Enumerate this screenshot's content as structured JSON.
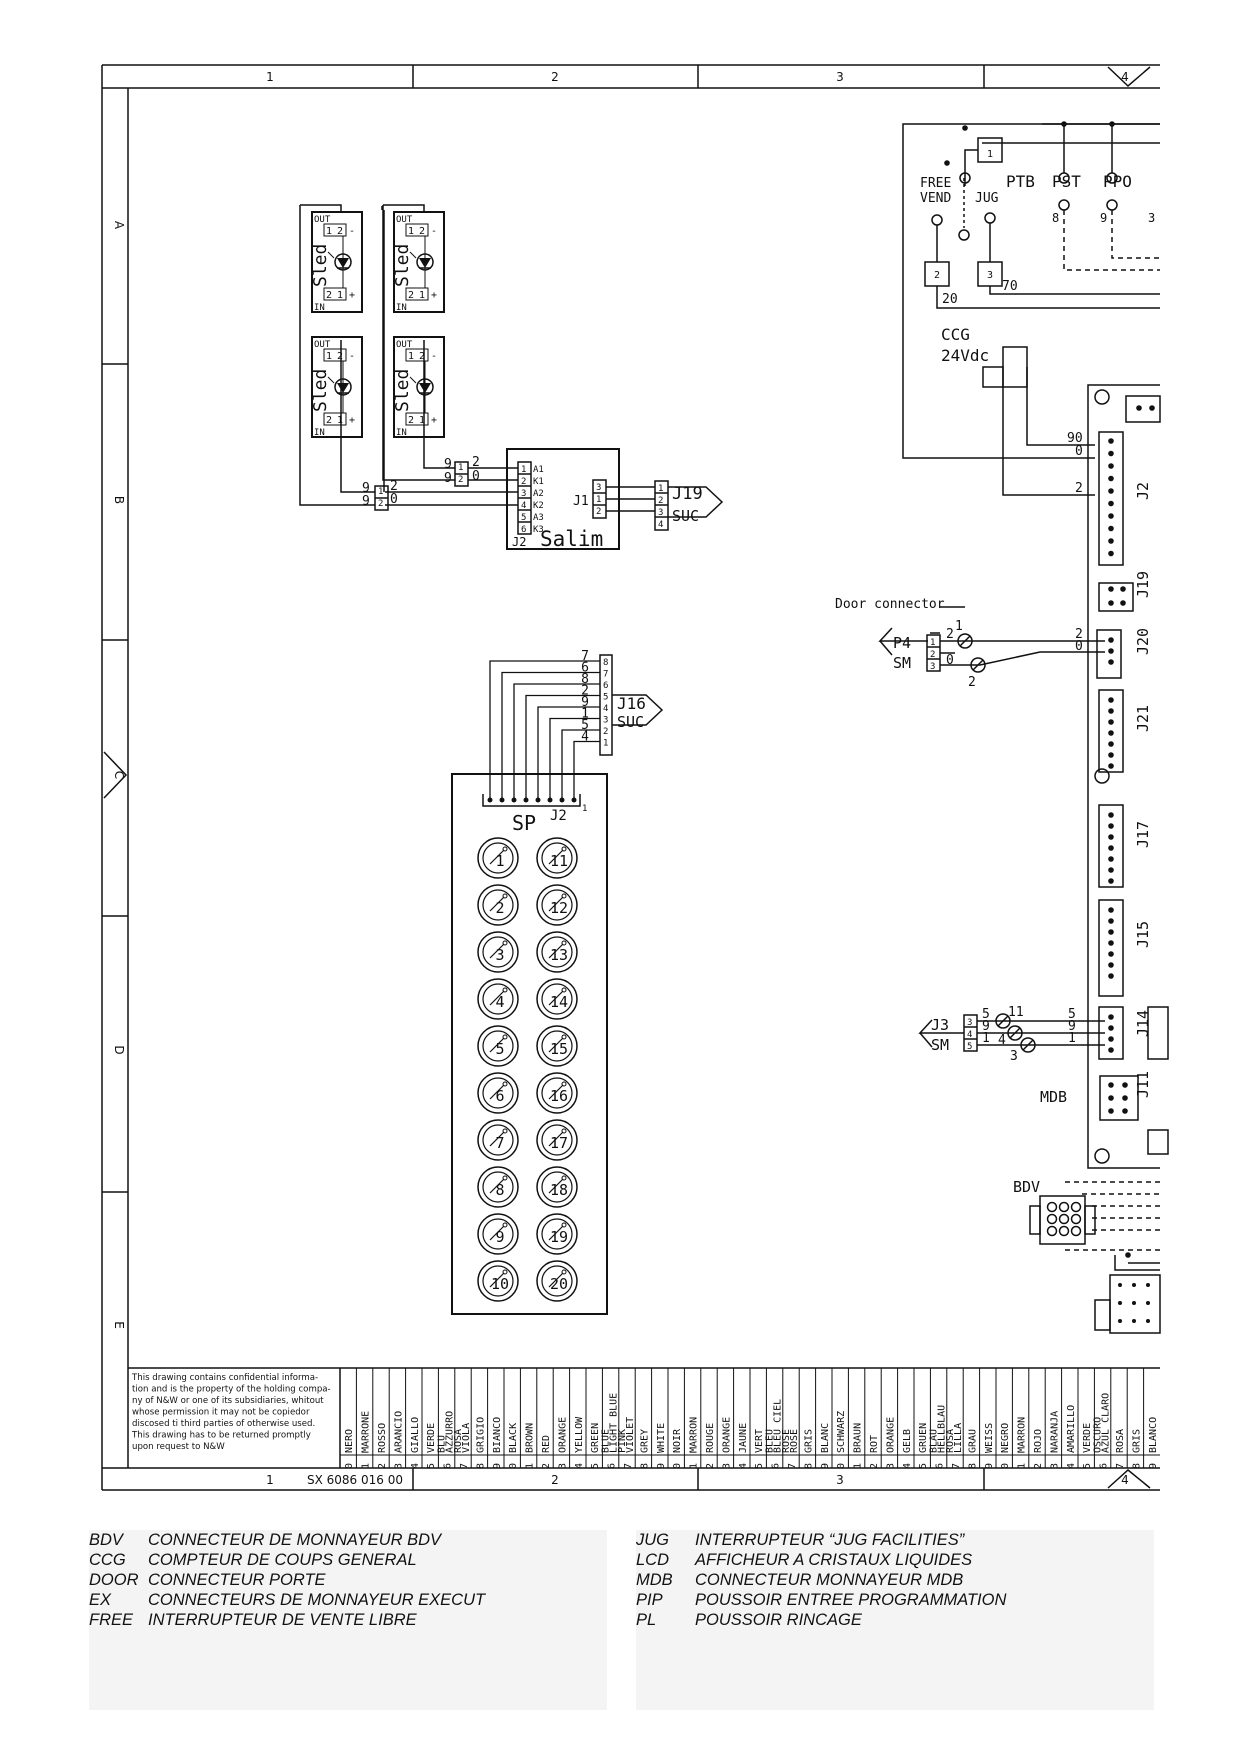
{
  "frame": {
    "top_columns": [
      "1",
      "2",
      "3",
      "4"
    ],
    "bottom_columns": [
      "1",
      "2",
      "3",
      "4"
    ],
    "rows": [
      "A",
      "B",
      "C",
      "D",
      "E"
    ],
    "drawing_number": "SX 6086 016 00"
  },
  "confidential_note": [
    "This drawing contains confidential informa-",
    "tion and is the property of the holding compa-",
    "ny of N&W or one of its subsidiaries, whitout",
    "whose permission it may not be copiedor",
    "discosed ti third parties of otherwise used.",
    "This drawing has to be returned promptly",
    "upon request to N&W"
  ],
  "color_table": [
    {
      "n": "0",
      "names": [
        "NERO"
      ]
    },
    {
      "n": "1",
      "names": [
        "MARRONE"
      ]
    },
    {
      "n": "2",
      "names": [
        "ROSSO"
      ]
    },
    {
      "n": "3",
      "names": [
        "ARANCIO"
      ]
    },
    {
      "n": "4",
      "names": [
        "GIALLO"
      ]
    },
    {
      "n": "5",
      "names": [
        "VERDE"
      ]
    },
    {
      "n": "6",
      "names": [
        "BLU",
        "AZZURRO"
      ]
    },
    {
      "n": "7",
      "names": [
        "ROSA",
        "VIOLA"
      ]
    },
    {
      "n": "8",
      "names": [
        "GRIGIO"
      ]
    },
    {
      "n": "9",
      "names": [
        "BIANCO"
      ]
    },
    {
      "n": "0",
      "names": [
        "BLACK"
      ]
    },
    {
      "n": "1",
      "names": [
        "BROWN"
      ]
    },
    {
      "n": "2",
      "names": [
        "RED"
      ]
    },
    {
      "n": "3",
      "names": [
        "ORANGE"
      ]
    },
    {
      "n": "4",
      "names": [
        "YELLOW"
      ]
    },
    {
      "n": "5",
      "names": [
        "GREEN"
      ]
    },
    {
      "n": "6",
      "names": [
        "BLUE",
        "LIGHT BLUE"
      ]
    },
    {
      "n": "7",
      "names": [
        "PINK",
        "VIOLET"
      ]
    },
    {
      "n": "8",
      "names": [
        "GREY"
      ]
    },
    {
      "n": "9",
      "names": [
        "WHITE"
      ]
    },
    {
      "n": "0",
      "names": [
        "NOIR"
      ]
    },
    {
      "n": "1",
      "names": [
        "MARRON"
      ]
    },
    {
      "n": "2",
      "names": [
        "ROUGE"
      ]
    },
    {
      "n": "3",
      "names": [
        "ORANGE"
      ]
    },
    {
      "n": "4",
      "names": [
        "JAUNE"
      ]
    },
    {
      "n": "5",
      "names": [
        "VERT"
      ]
    },
    {
      "n": "6",
      "names": [
        "BLEU",
        "BLEU CIEL"
      ]
    },
    {
      "n": "7",
      "names": [
        "ROSE",
        "ROSE"
      ]
    },
    {
      "n": "8",
      "names": [
        "GRIS"
      ]
    },
    {
      "n": "9",
      "names": [
        "BLANC"
      ]
    },
    {
      "n": "0",
      "names": [
        "SCHWARZ"
      ]
    },
    {
      "n": "1",
      "names": [
        "BRAUN"
      ]
    },
    {
      "n": "2",
      "names": [
        "ROT"
      ]
    },
    {
      "n": "3",
      "names": [
        "ORANGE"
      ]
    },
    {
      "n": "4",
      "names": [
        "GELB"
      ]
    },
    {
      "n": "5",
      "names": [
        "GRUEN"
      ]
    },
    {
      "n": "6",
      "names": [
        "BLAU",
        "HELLBLAU"
      ]
    },
    {
      "n": "7",
      "names": [
        "ROSA",
        "LILLA"
      ]
    },
    {
      "n": "8",
      "names": [
        "GRAU"
      ]
    },
    {
      "n": "9",
      "names": [
        "WEISS"
      ]
    },
    {
      "n": "0",
      "names": [
        "NEGRO"
      ]
    },
    {
      "n": "1",
      "names": [
        "MARRON"
      ]
    },
    {
      "n": "2",
      "names": [
        "ROJO"
      ]
    },
    {
      "n": "3",
      "names": [
        "NARANJA"
      ]
    },
    {
      "n": "4",
      "names": [
        "AMARILLO"
      ]
    },
    {
      "n": "5",
      "names": [
        "VERDE"
      ]
    },
    {
      "n": "6",
      "names": [
        "OSCURO",
        "AZUL CLARO"
      ]
    },
    {
      "n": "7",
      "names": [
        "ROSA"
      ]
    },
    {
      "n": "8",
      "names": [
        "GRIS"
      ]
    },
    {
      "n": "9",
      "names": [
        "BLANCO"
      ]
    }
  ],
  "labels": {
    "sled": "Sled",
    "out": "OUT",
    "in": "IN",
    "salim": "Salim",
    "salim_pins": [
      "A1",
      "K1",
      "A2",
      "K2",
      "A3",
      "K3"
    ],
    "j1": "J1",
    "j2": "J2",
    "j19": "J19",
    "j16": "J16",
    "suc": "SUC",
    "sp": "SP",
    "free_vend": "FREE",
    "free_vend2": "VEND",
    "jug": "JUG",
    "ptb": "PTB",
    "pst": "PST",
    "ppo": "PPO",
    "ccg": "CCG",
    "ccg_volt": "24Vdc",
    "door_connector": "Door connector",
    "p4": "P4",
    "sm": "SM",
    "j3": "J3",
    "mdb": "MDB",
    "bdv": "BDV",
    "board_connectors": [
      "J2",
      "J19",
      "J20",
      "J21",
      "J17",
      "J15",
      "J14",
      "J11"
    ]
  },
  "keypad": {
    "left": [
      "1",
      "2",
      "3",
      "4",
      "5",
      "6",
      "7",
      "8",
      "9",
      "10"
    ],
    "right": [
      "11",
      "12",
      "13",
      "14",
      "15",
      "16",
      "17",
      "18",
      "19",
      "20"
    ]
  },
  "wire_numbers": {
    "j16_wires": [
      "7",
      "6",
      "8",
      "2",
      "9",
      "1",
      "5",
      "4"
    ],
    "j16_pins": [
      "8",
      "7",
      "6",
      "5",
      "4",
      "3",
      "2",
      "1"
    ]
  },
  "legend_left": [
    {
      "code": "BDV",
      "desc": "CONNECTEUR DE MONNAYEUR BDV"
    },
    {
      "code": "CCG",
      "desc": "COMPTEUR DE COUPS GENERAL"
    },
    {
      "code": "DOOR",
      "desc": "CONNECTEUR PORTE"
    },
    {
      "code": "EX",
      "desc": "CONNECTEURS DE MONNAYEUR EXECUT"
    },
    {
      "code": "FREE",
      "desc": "INTERRUPTEUR DE VENTE LIBRE"
    }
  ],
  "legend_right": [
    {
      "code": "JUG",
      "desc": "INTERRUPTEUR “JUG FACILITIES”"
    },
    {
      "code": "LCD",
      "desc": "AFFICHEUR A CRISTAUX LIQUIDES"
    },
    {
      "code": "MDB",
      "desc": "CONNECTEUR MONNAYEUR MDB"
    },
    {
      "code": "PIP",
      "desc": "POUSSOIR ENTREE PROGRAMMATION"
    },
    {
      "code": "PL",
      "desc": "POUSSOIR RINCAGE"
    }
  ]
}
